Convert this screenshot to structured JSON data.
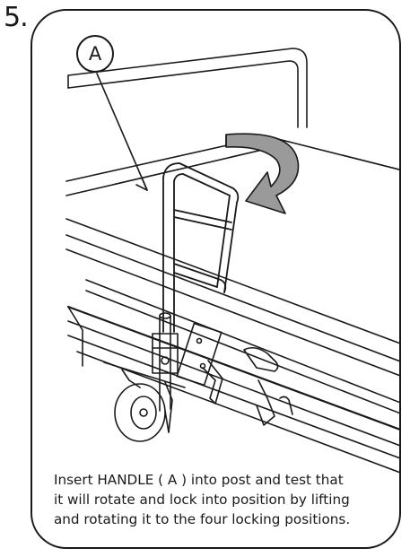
{
  "step": {
    "number": "5."
  },
  "callout": {
    "label": "A"
  },
  "instructions": {
    "lines": [
      "Insert HANDLE ( A ) into post and test that",
      "it will rotate and lock into position by lifting",
      "and rotating it to the four locking positions."
    ]
  },
  "colors": {
    "ink": "#1a1a1a",
    "arrow_fill": "#9a9a9a",
    "background": "#ffffff"
  }
}
